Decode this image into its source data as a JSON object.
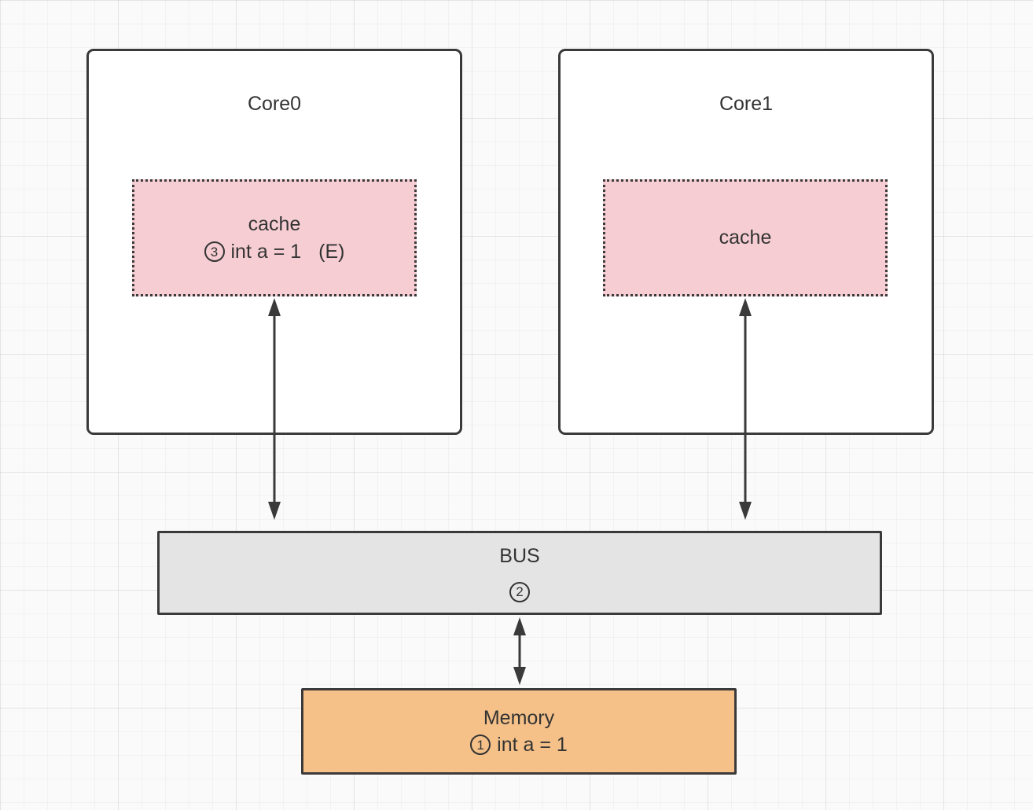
{
  "core0": {
    "title": "Core0",
    "cache": {
      "label": "cache",
      "step": "3",
      "value": "int a = 1",
      "state": "(E)"
    }
  },
  "core1": {
    "title": "Core1",
    "cache": {
      "label": "cache"
    }
  },
  "bus": {
    "label": "BUS",
    "step": "2"
  },
  "memory": {
    "label": "Memory",
    "step": "1",
    "value": "int a = 1"
  },
  "colors": {
    "canvas_bg": "#fafafa",
    "grid_line": "#ececec",
    "box_border": "#3a3a3a",
    "core_fill": "#ffffff",
    "cache_fill": "#f6cdd2",
    "bus_fill": "#e4e4e4",
    "memory_fill": "#f5c189",
    "text": "#333333"
  }
}
